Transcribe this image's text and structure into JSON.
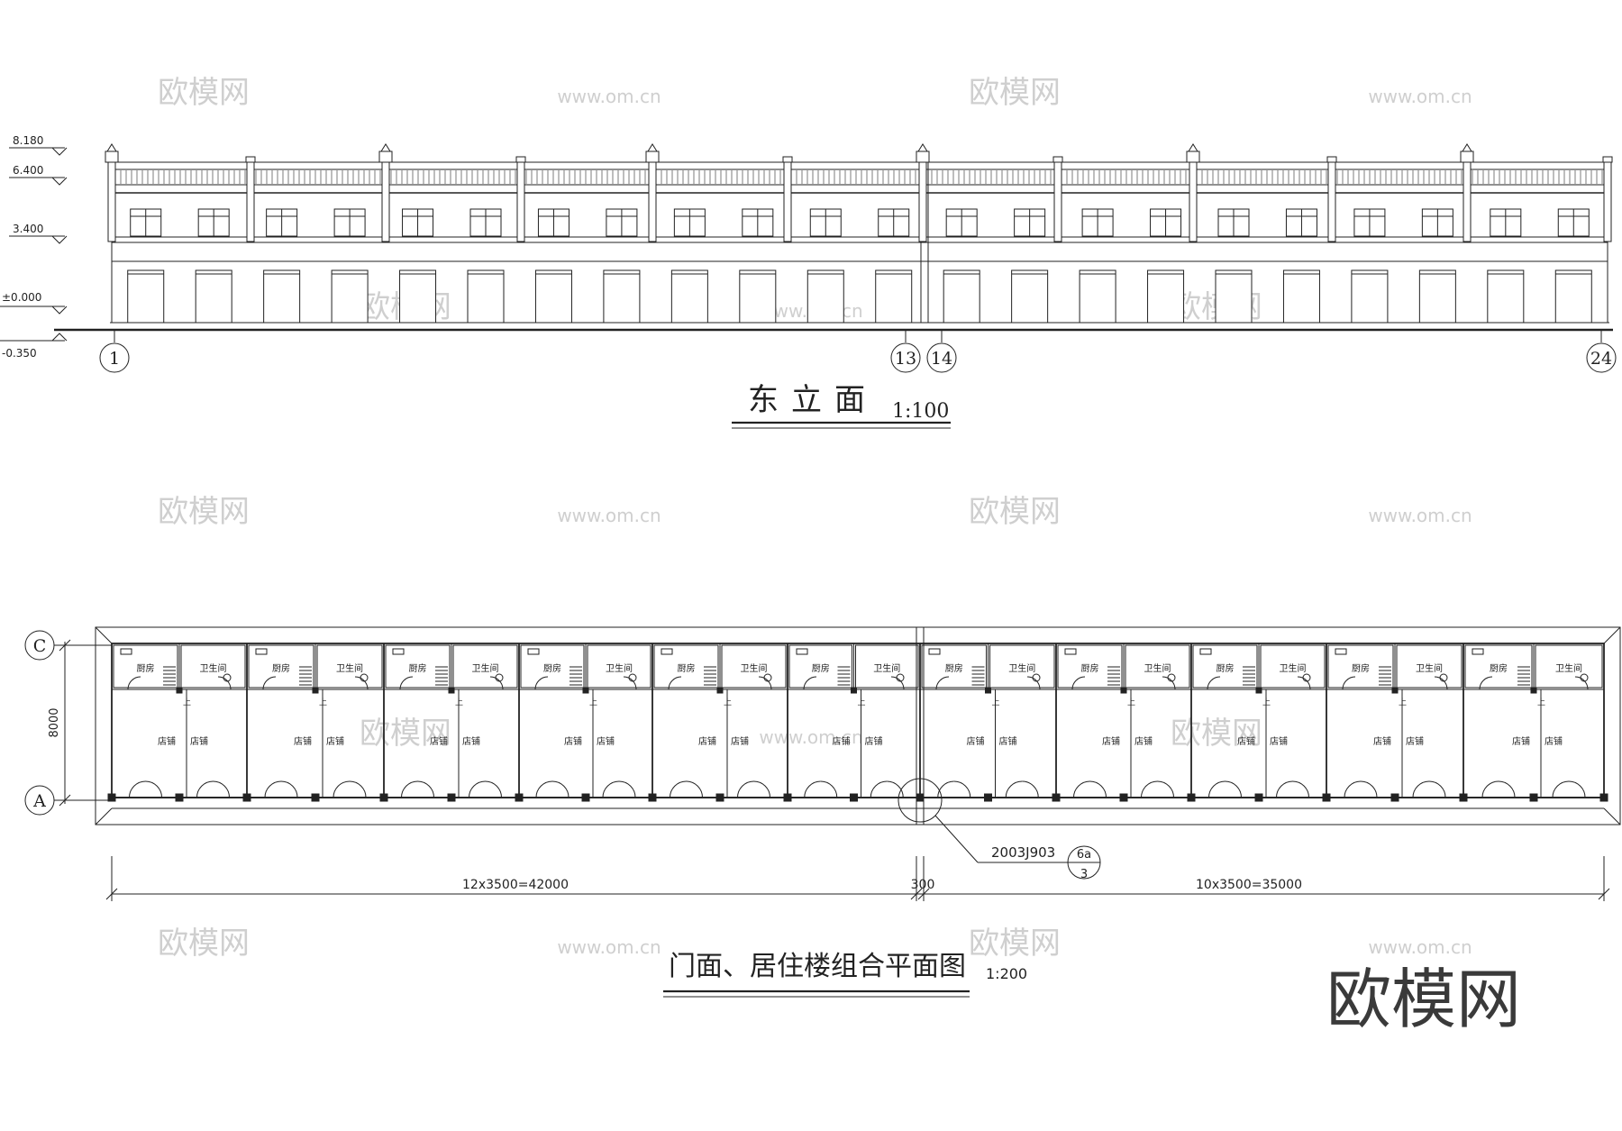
{
  "watermarks": {
    "brand": "欧模网",
    "site": "www.om.cn"
  },
  "brand_logo": "欧模网",
  "elevation": {
    "title": "东立面",
    "scale": "1:100",
    "levels": [
      "8.180",
      "6.400",
      "3.400",
      "±0.000",
      "-0.350"
    ],
    "axis_labels": [
      "1",
      "13",
      "14",
      "24"
    ],
    "bays": 22
  },
  "plan": {
    "title": "门面、居住楼组合平面图",
    "scale": "1:200",
    "axis_labels": [
      "C",
      "A"
    ],
    "depth_dimension": "8000",
    "dim_left": "12x3500=42000",
    "dim_joint": "300",
    "dim_right": "10x3500=35000",
    "detail_ref": "2003J903",
    "detail_no": "6a",
    "detail_sheet": "3",
    "room_labels": {
      "kitchen": "厨房",
      "toilet": "卫生间",
      "shop": "店铺",
      "up": "上"
    },
    "units": 12
  }
}
